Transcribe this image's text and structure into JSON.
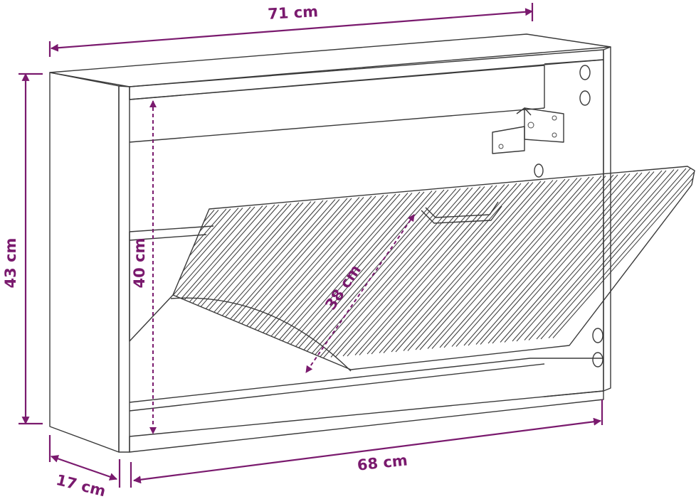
{
  "colors": {
    "dimension": "#7a1a6e",
    "outline": "#3a3a3a",
    "background": "#ffffff"
  },
  "dimensions": {
    "width_top": "71 cm",
    "height_left": "43 cm",
    "inner_height": "40 cm",
    "flap_depth": "38 cm",
    "inner_width": "68 cm",
    "depth": "17 cm"
  }
}
